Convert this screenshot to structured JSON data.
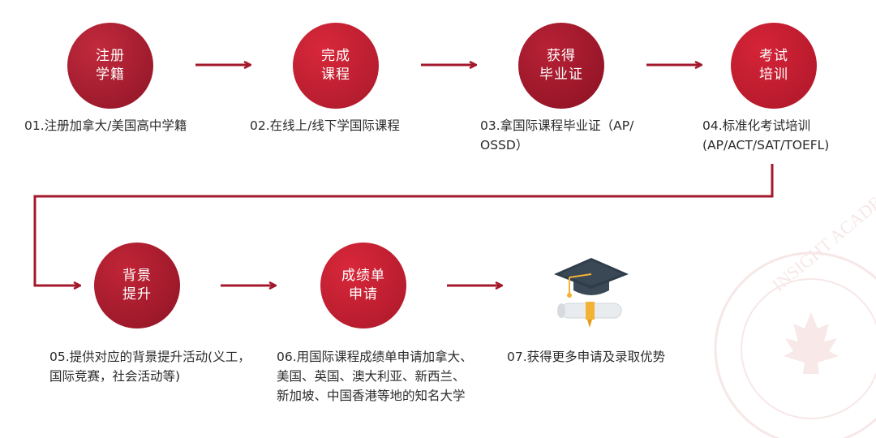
{
  "colors": {
    "accent": "#a3182b",
    "text": "#2b2b2b",
    "watermark": "#f3d6d6"
  },
  "steps": [
    {
      "circle": [
        "注册",
        "学籍"
      ],
      "caption": [
        "01.注册加拿大/美国高中学籍"
      ]
    },
    {
      "circle": [
        "完成",
        "课程"
      ],
      "caption": [
        "02.在线上/线下学国际课程"
      ]
    },
    {
      "circle": [
        "获得",
        "毕业证"
      ],
      "caption": [
        "03.拿国际课程毕业证（AP/",
        "OSSD）"
      ]
    },
    {
      "circle": [
        "考试",
        "培训"
      ],
      "caption": [
        "04.标准化考试培训",
        "(AP/ACT/SAT/TOEFL)"
      ]
    },
    {
      "circle": [
        "背景",
        "提升"
      ],
      "caption": [
        "05.提供对应的背景提升活动(义工，",
        "国际竞赛，社会活动等)"
      ]
    },
    {
      "circle": [
        "成绩单",
        "申请"
      ],
      "caption": [
        "06.用国际课程成绩单申请加拿大、",
        "美国、英国、澳大利亚、新西兰、",
        "新加坡、中国香港等地的知名大学"
      ]
    },
    {
      "icon": "graduation-cap-diploma-icon",
      "caption": [
        "07.获得更多申请及录取优势"
      ]
    }
  ],
  "watermark": {
    "text": "INSIGHT ACADEMY",
    "icon": "maple-leaf-icon"
  }
}
